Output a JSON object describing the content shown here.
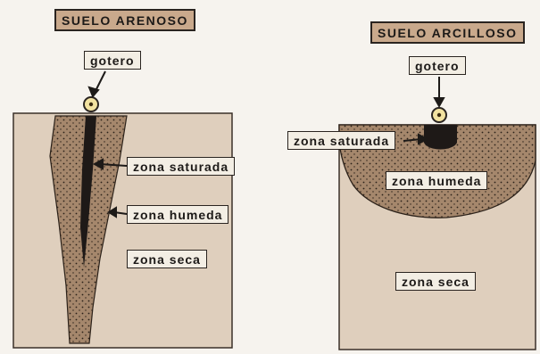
{
  "panels": {
    "left": {
      "title": "SUELO ARENOSO",
      "emitter": "gotero",
      "zones": {
        "saturated": "zona saturada",
        "humid": "zona humeda",
        "dry": "zona seca"
      }
    },
    "right": {
      "title": "SUELO ARCILLOSO",
      "emitter": "gotero",
      "zones": {
        "saturated": "zona saturada",
        "humid": "zona humeda",
        "dry": "zona seca"
      }
    }
  },
  "colors": {
    "background": "#f6f3ee",
    "soil_dry": "#dfcfbd",
    "soil_humid": "#a5876c",
    "saturated": "#1e1917",
    "title_bg": "#c9a98c",
    "label_bg": "#f3eee4",
    "dripper": "#f2e2a0"
  }
}
